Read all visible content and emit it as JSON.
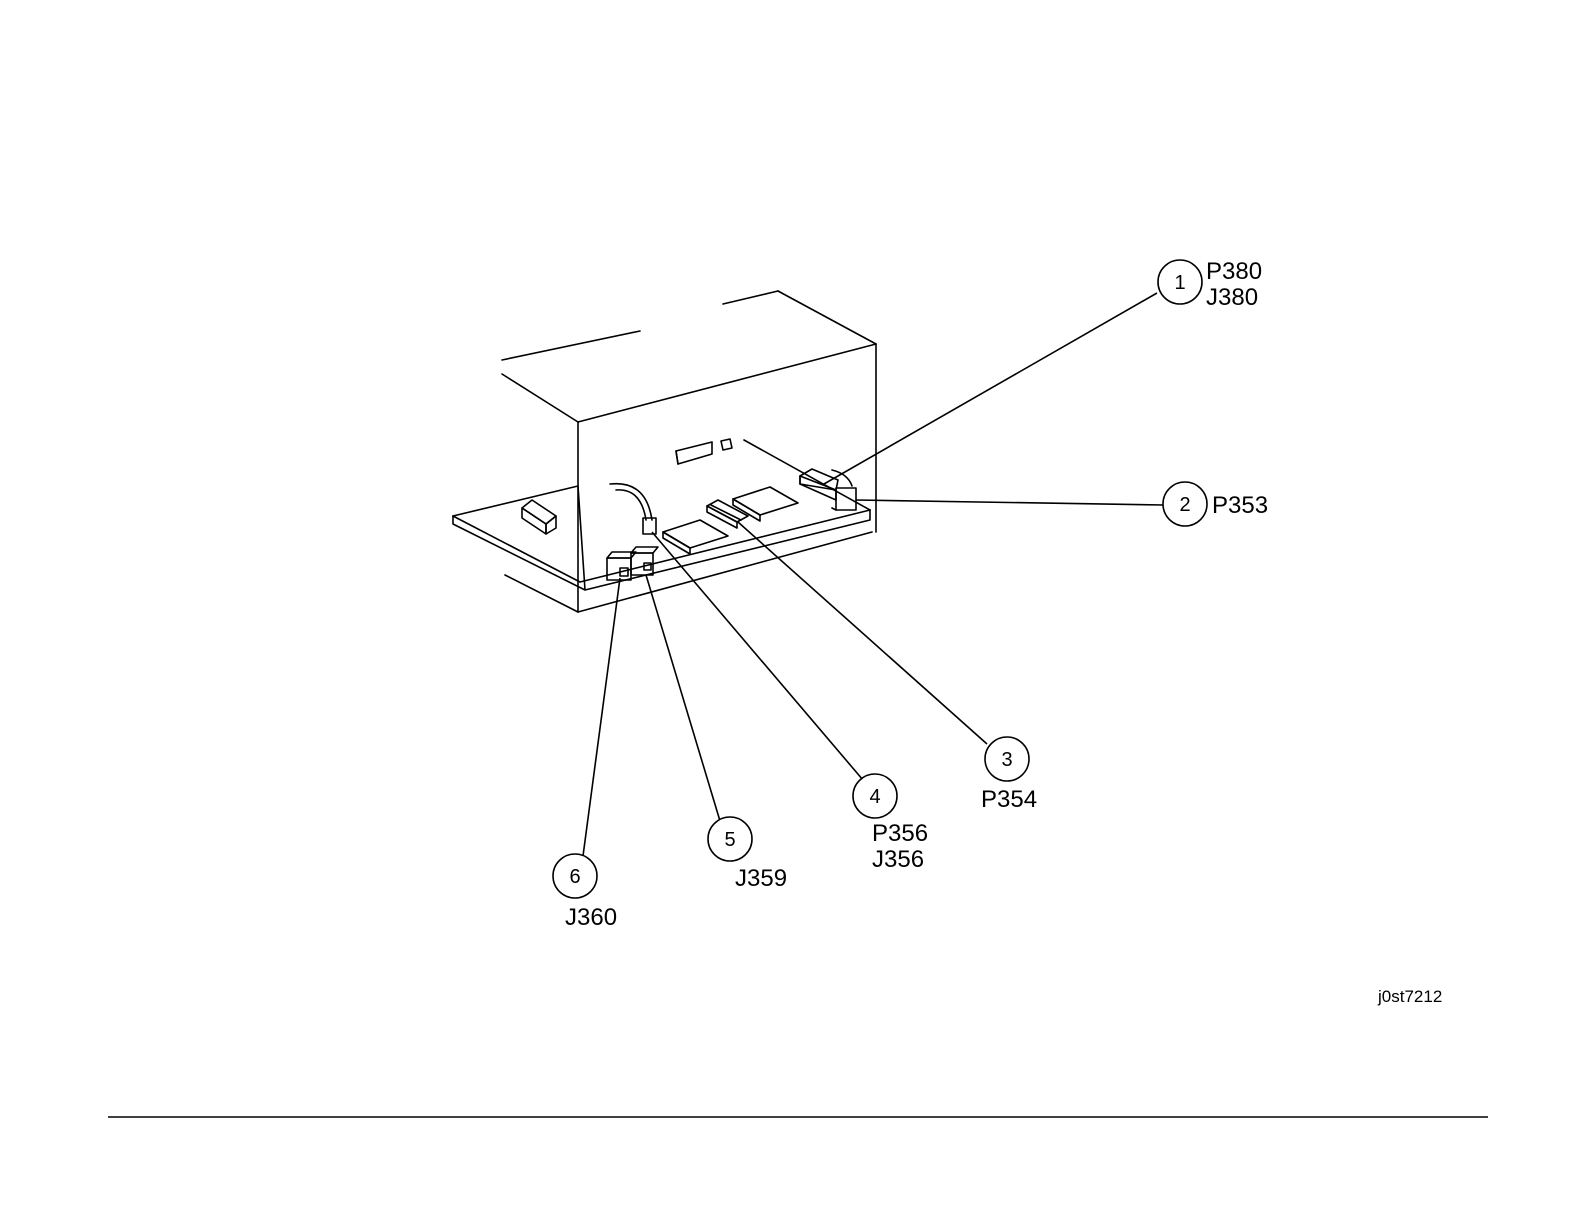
{
  "figure_id": "j0st7212",
  "callouts": [
    {
      "number": "1",
      "lines": [
        "P380",
        "J380"
      ]
    },
    {
      "number": "2",
      "lines": [
        "P353"
      ]
    },
    {
      "number": "3",
      "lines": [
        "P354"
      ]
    },
    {
      "number": "4",
      "lines": [
        "P356",
        "J356"
      ]
    },
    {
      "number": "5",
      "lines": [
        "J359"
      ]
    },
    {
      "number": "6",
      "lines": [
        "J360"
      ]
    }
  ],
  "colors": {
    "ink": "#000000",
    "paper": "#ffffff"
  }
}
